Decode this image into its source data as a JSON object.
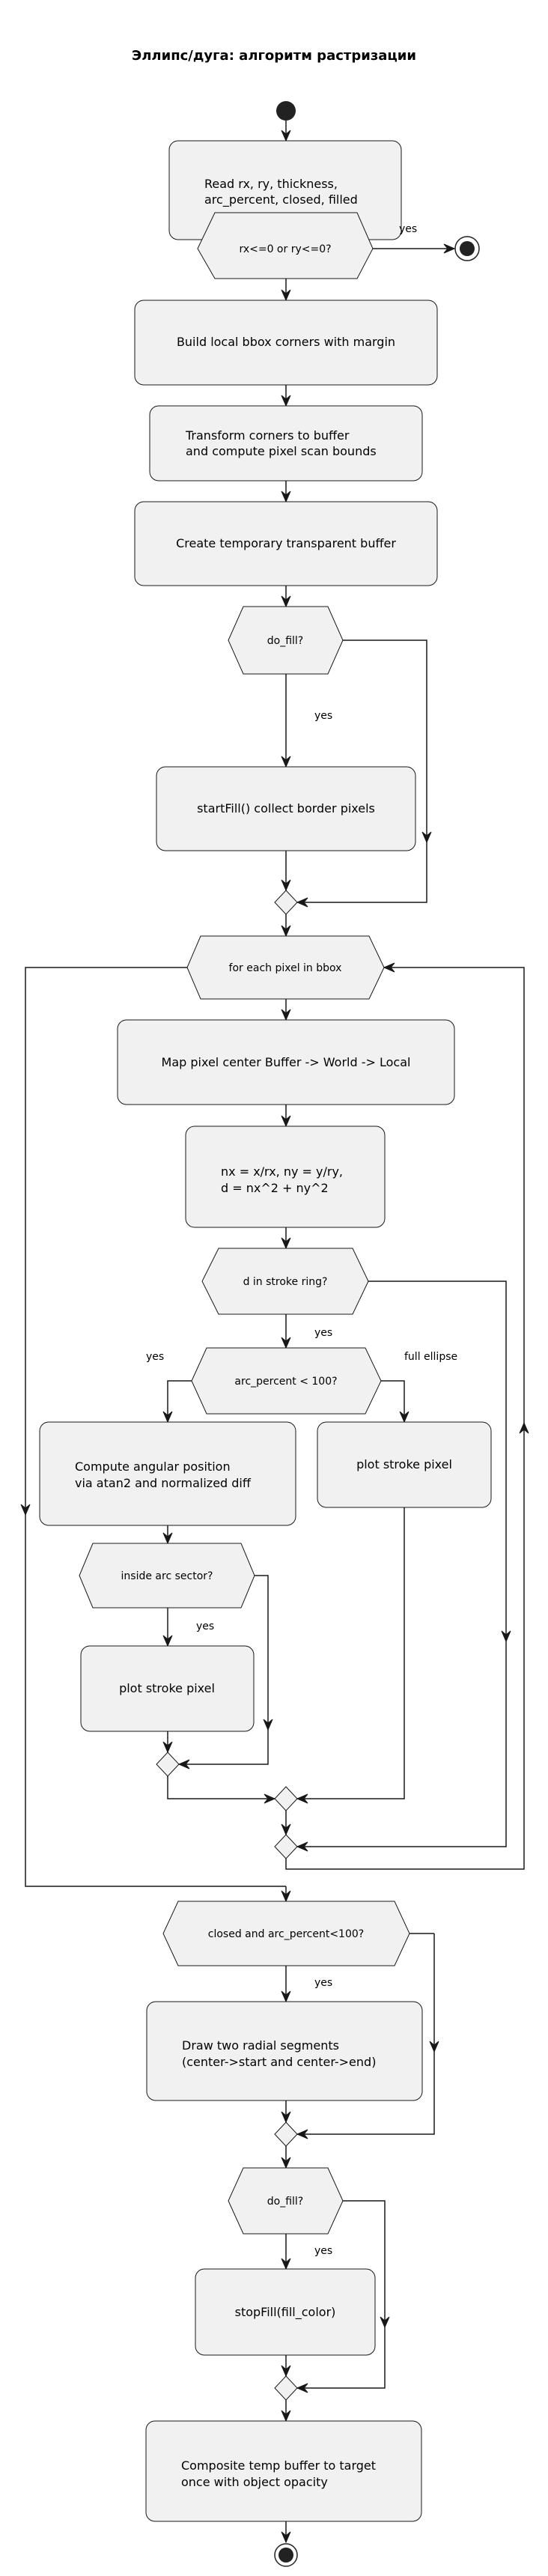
{
  "title": "Эллипс/дуга: алгоритм растризации",
  "nodes": {
    "read_params": [
      "Read rx, ry, thickness,",
      "arc_percent, closed, filled"
    ],
    "check_radius": "rx<=0 or ry<=0?",
    "build_bbox": "Build local bbox corners with margin",
    "transform_corners": [
      "Transform corners to buffer",
      "and compute pixel scan bounds"
    ],
    "create_buffer": "Create temporary transparent buffer",
    "do_fill_start": "do_fill?",
    "start_fill": "startFill() collect border pixels",
    "loop": "for each pixel in bbox",
    "map_pixel": "Map pixel center Buffer -> World -> Local",
    "normalize": [
      "nx = x/rx, ny = y/ry,",
      "d = nx^2 + ny^2"
    ],
    "stroke_ring": "d in stroke ring?",
    "arc_check": "arc_percent < 100?",
    "angular": [
      "Compute angular position",
      "via atan2 and normalized diff"
    ],
    "inside_sector": "inside arc sector?",
    "plot_arc": "plot stroke pixel",
    "plot_full": "plot stroke pixel",
    "closed_check": "closed and arc_percent<100?",
    "radial": [
      "Draw two radial segments",
      "(center->start and center->end)"
    ],
    "do_fill_end": "do_fill?",
    "stop_fill": "stopFill(fill_color)",
    "composite": [
      "Composite temp buffer to target",
      "once with object opacity"
    ]
  },
  "edge_labels": {
    "radius_yes": "yes",
    "fill_yes": "yes",
    "ring_yes": "yes",
    "arc_yes": "yes",
    "arc_no": "full ellipse",
    "sector_yes": "yes",
    "closed_yes": "yes",
    "fill_end_yes": "yes"
  }
}
